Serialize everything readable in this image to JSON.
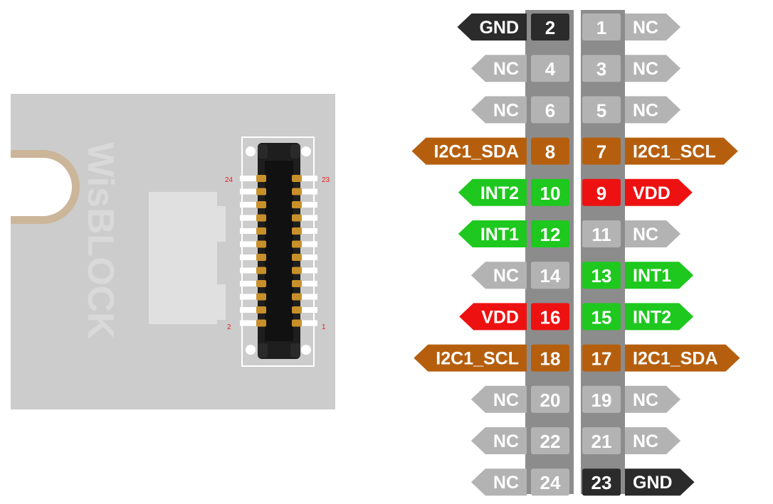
{
  "board": {
    "silkscreen": "WisBLOCK",
    "connector_labels": {
      "top_left": "24",
      "top_right": "23",
      "bottom_left": "2",
      "bottom_right": "1"
    }
  },
  "colors": {
    "gnd": "#2b2b2b",
    "nc": "#b3b3b3",
    "i2c": "#b55f0e",
    "int": "#1ec81e",
    "vdd": "#ee1111",
    "strip": "#8c8c8c",
    "board": "#cccccc"
  },
  "pinout": {
    "rows": [
      {
        "left": {
          "num": "2",
          "label": "GND",
          "kind": "gnd"
        },
        "right": {
          "num": "1",
          "label": "NC",
          "kind": "nc"
        }
      },
      {
        "left": {
          "num": "4",
          "label": "NC",
          "kind": "nc"
        },
        "right": {
          "num": "3",
          "label": "NC",
          "kind": "nc"
        }
      },
      {
        "left": {
          "num": "6",
          "label": "NC",
          "kind": "nc"
        },
        "right": {
          "num": "5",
          "label": "NC",
          "kind": "nc"
        }
      },
      {
        "left": {
          "num": "8",
          "label": "I2C1_SDA",
          "kind": "i2c"
        },
        "right": {
          "num": "7",
          "label": "I2C1_SCL",
          "kind": "i2c"
        }
      },
      {
        "left": {
          "num": "10",
          "label": "INT2",
          "kind": "int"
        },
        "right": {
          "num": "9",
          "label": "VDD",
          "kind": "vdd"
        }
      },
      {
        "left": {
          "num": "12",
          "label": "INT1",
          "kind": "int"
        },
        "right": {
          "num": "11",
          "label": "NC",
          "kind": "nc"
        }
      },
      {
        "left": {
          "num": "14",
          "label": "NC",
          "kind": "nc"
        },
        "right": {
          "num": "13",
          "label": "INT1",
          "kind": "int"
        }
      },
      {
        "left": {
          "num": "16",
          "label": "VDD",
          "kind": "vdd"
        },
        "right": {
          "num": "15",
          "label": "INT2",
          "kind": "int"
        }
      },
      {
        "left": {
          "num": "18",
          "label": "I2C1_SCL",
          "kind": "i2c"
        },
        "right": {
          "num": "17",
          "label": "I2C1_SDA",
          "kind": "i2c"
        }
      },
      {
        "left": {
          "num": "20",
          "label": "NC",
          "kind": "nc"
        },
        "right": {
          "num": "19",
          "label": "NC",
          "kind": "nc"
        }
      },
      {
        "left": {
          "num": "22",
          "label": "NC",
          "kind": "nc"
        },
        "right": {
          "num": "21",
          "label": "NC",
          "kind": "nc"
        }
      },
      {
        "left": {
          "num": "24",
          "label": "NC",
          "kind": "nc"
        },
        "right": {
          "num": "23",
          "label": "GND",
          "kind": "gnd"
        }
      }
    ]
  }
}
